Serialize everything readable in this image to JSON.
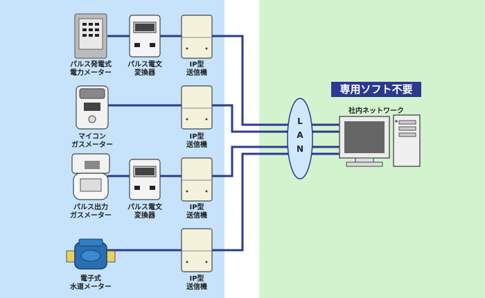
{
  "devices": [
    {
      "meter_label": "パルス発電式\n電力メーター",
      "converter_label": "パルス電文\n変換器",
      "transmitter_label": "IP型\n送信機"
    },
    {
      "meter_label": "マイコン\nガスメーター",
      "converter_label": "",
      "transmitter_label": "IP型\n送信機"
    },
    {
      "meter_label": "パルス出力\nガスメーター",
      "converter_label": "パルス電文\n変換器",
      "transmitter_label": "IP型\n送信機"
    },
    {
      "meter_label": "電子式\n水道メーター",
      "converter_label": "",
      "transmitter_label": "IP型\n送信機"
    }
  ],
  "lan": {
    "letters": [
      "L",
      "A",
      "N"
    ]
  },
  "office": {
    "badge": "専用ソフト不要",
    "label": "社内ネットワーク"
  },
  "colors": {
    "left_panel": "#c6e3fb",
    "right_panel": "#d3f3cf",
    "line": "#2a3a90",
    "lan_fill": "#cfe8fb",
    "badge_bg": "#2a3a90"
  }
}
